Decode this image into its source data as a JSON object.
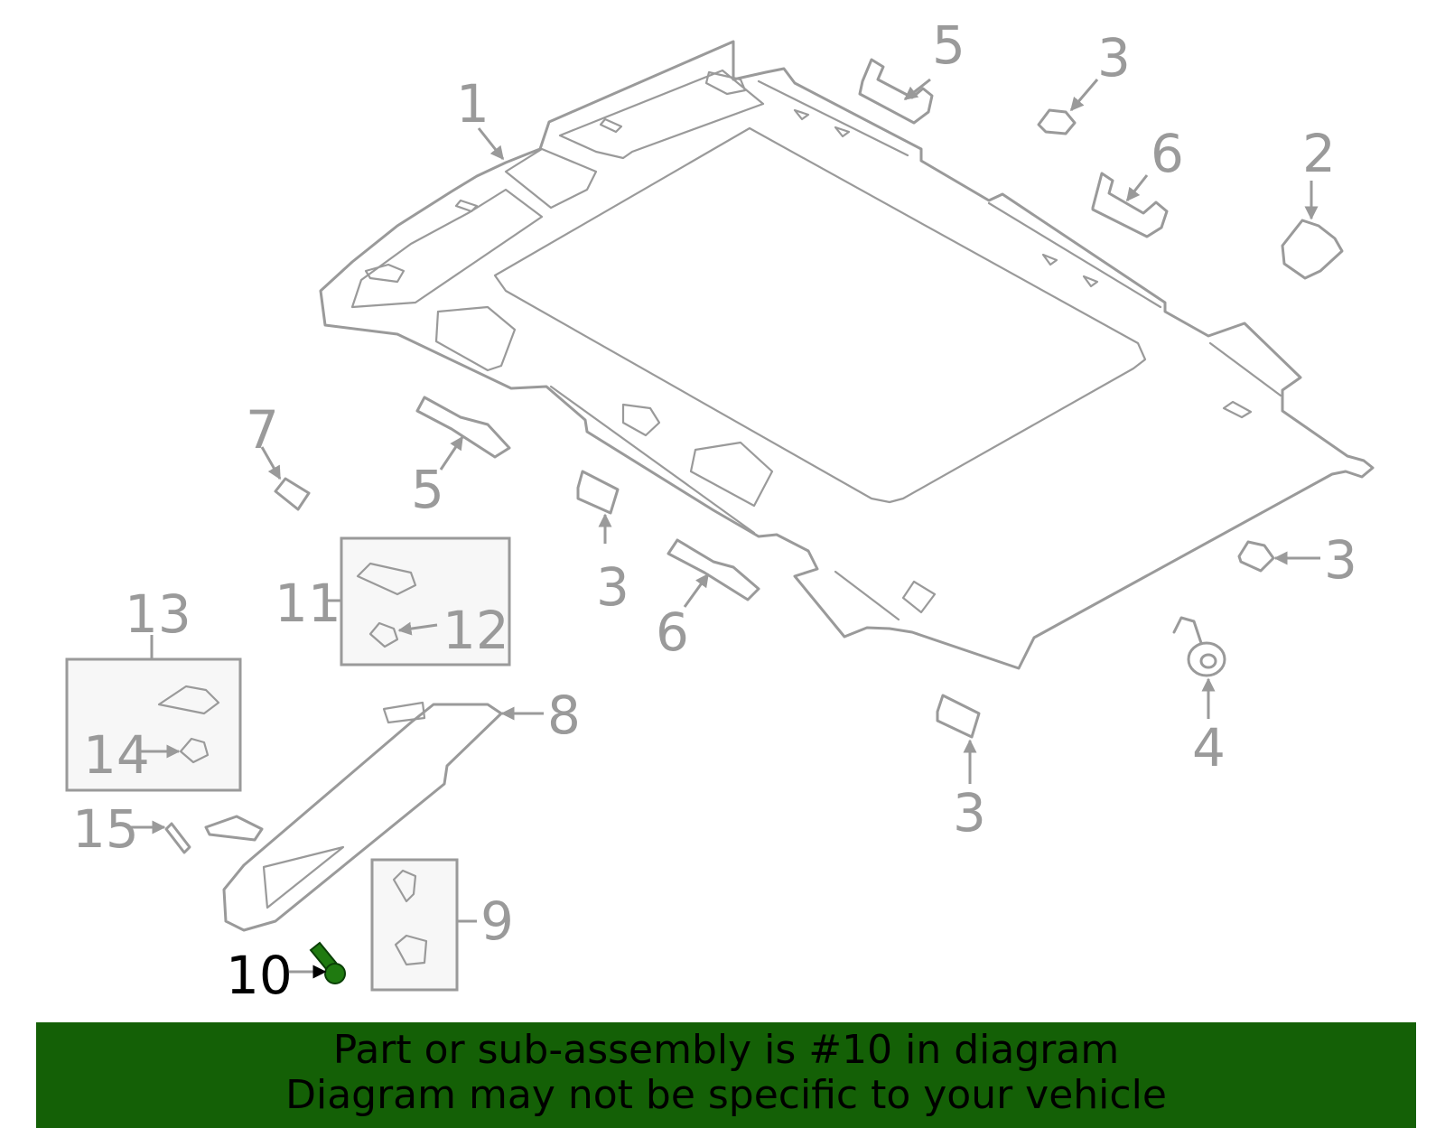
{
  "diagram": {
    "callouts": [
      "1",
      "2",
      "3",
      "4",
      "5",
      "6",
      "7",
      "8",
      "9",
      "10",
      "11",
      "12",
      "13",
      "14",
      "15"
    ],
    "highlighted_callout": "10",
    "colors": {
      "part_stroke": "#9a9a9a",
      "highlight_part": "#1f7a10",
      "banner_bg": "#146006",
      "box_fill": "#f7f7f7"
    }
  },
  "banner": {
    "line1": "Part or sub-assembly is #10 in diagram",
    "line2": "Diagram may not be specific to your vehicle"
  }
}
